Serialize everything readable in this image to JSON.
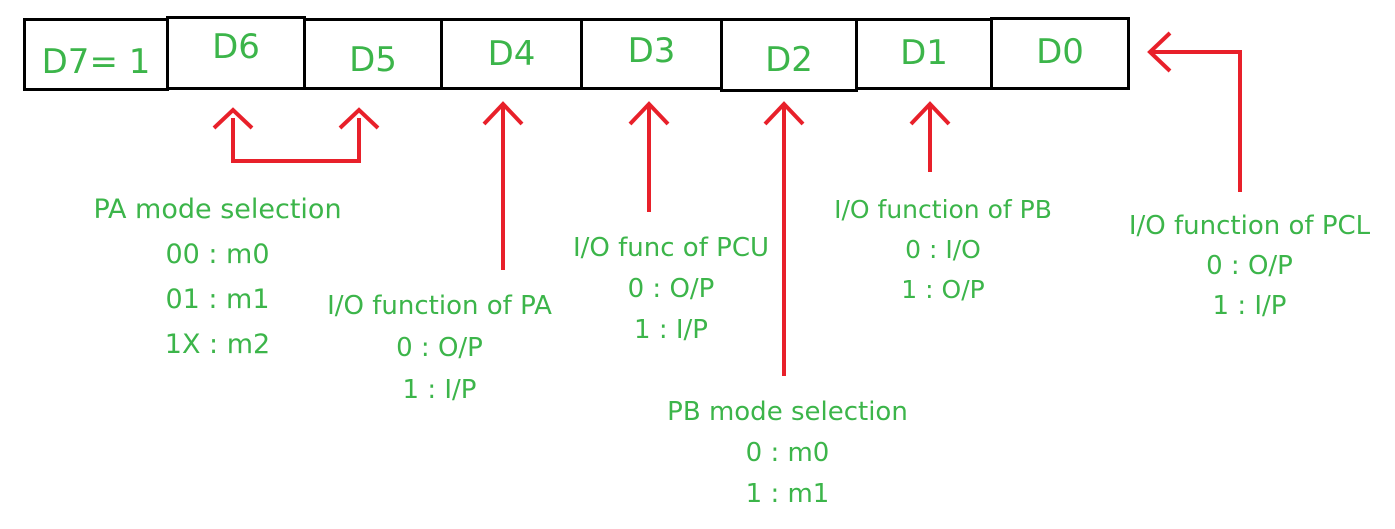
{
  "register": {
    "bits": [
      {
        "label": "D7= 1"
      },
      {
        "label": "D6"
      },
      {
        "label": "D5"
      },
      {
        "label": "D4"
      },
      {
        "label": "D3"
      },
      {
        "label": "D2"
      },
      {
        "label": "D1"
      },
      {
        "label": "D0"
      }
    ]
  },
  "annotations": {
    "pa_mode": {
      "title": "PA mode selection",
      "rows": [
        "00 : m0",
        "01 : m1",
        "1X : m2"
      ]
    },
    "pa_io": {
      "title": "I/O function of PA",
      "rows": [
        "0 : O/P",
        "1 : I/P"
      ]
    },
    "pcu_io": {
      "title": "I/O func of PCU",
      "rows": [
        "0 : O/P",
        "1 : I/P"
      ]
    },
    "pb_mode": {
      "title": "PB mode selection",
      "rows": [
        "0 : m0",
        "1 : m1"
      ]
    },
    "pb_io": {
      "title": "I/O function of PB",
      "rows": [
        "0 : I/O",
        "1 : O/P"
      ]
    },
    "pcl_io": {
      "title": "I/O function of PCL",
      "rows": [
        "0 : O/P",
        "1 : I/P"
      ]
    }
  },
  "colors": {
    "text": "#3cb54a",
    "arrow": "#e8202a",
    "border": "#000000",
    "background": "#ffffff"
  }
}
